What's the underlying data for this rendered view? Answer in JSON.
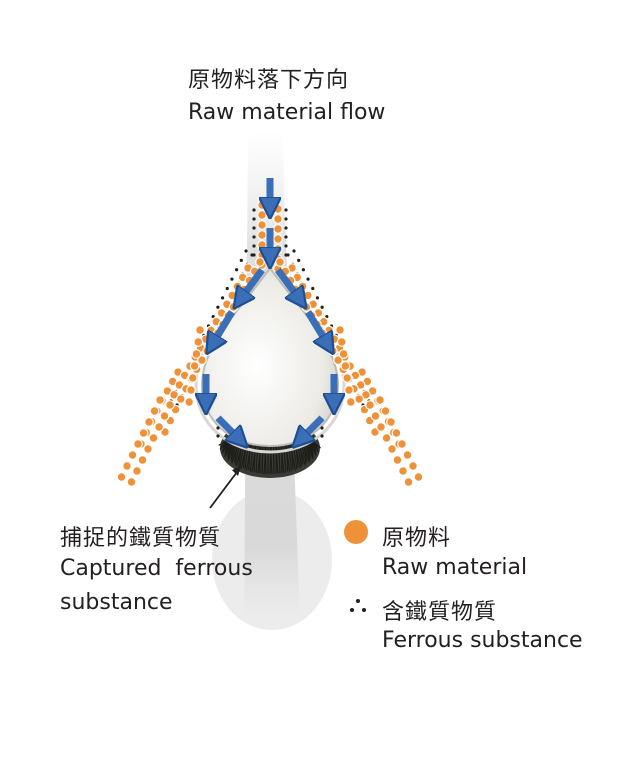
{
  "flow": {
    "label_zh": "原物料落下方向",
    "label_en": "Raw material flow"
  },
  "captured": {
    "label_zh": "捕捉的鐵質物質",
    "label_en_line1": "Captured  ferrous",
    "label_en_line2": "substance"
  },
  "legend": {
    "raw": {
      "label_zh": "原物料",
      "label_en": "Raw material",
      "color": "#ee9138"
    },
    "ferrous": {
      "label_zh": "含鐵質物質",
      "label_en": "Ferrous substance",
      "color": "#231f20"
    }
  },
  "colors": {
    "arrow": "#3a6fb8",
    "arrow_stroke": "#1f4f93",
    "magnet": "#f1efe9",
    "bristles": "#3b3b34",
    "shadow": "#d9d9d9"
  }
}
